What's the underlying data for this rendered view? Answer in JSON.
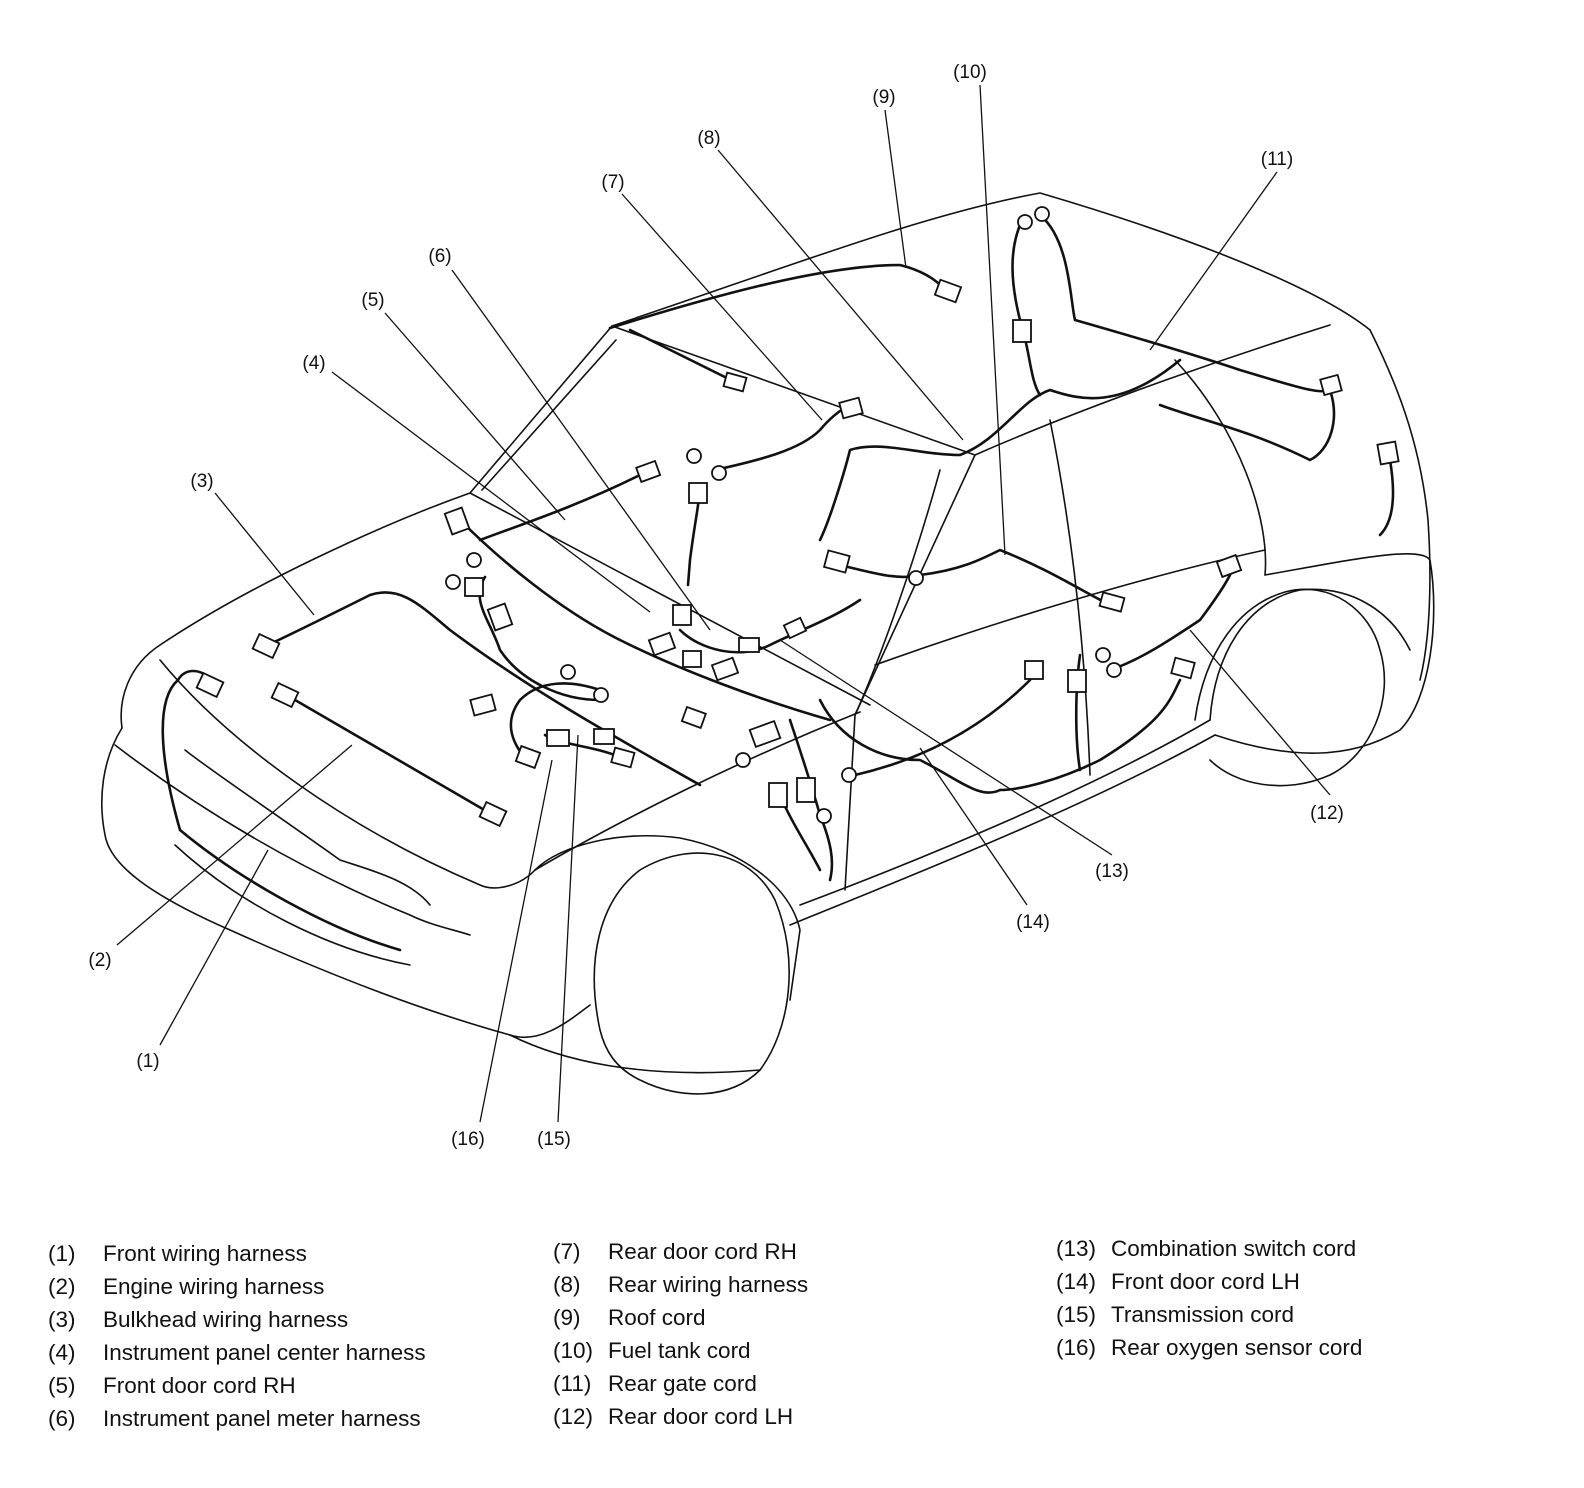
{
  "callouts": [
    "(1)",
    "(2)",
    "(3)",
    "(4)",
    "(5)",
    "(6)",
    "(7)",
    "(8)",
    "(9)",
    "(10)",
    "(11)",
    "(12)",
    "(13)",
    "(14)",
    "(15)",
    "(16)"
  ],
  "legend": [
    [
      {
        "num": "(1)",
        "text": "Front wiring harness"
      },
      {
        "num": "(2)",
        "text": "Engine wiring harness"
      },
      {
        "num": "(3)",
        "text": "Bulkhead wiring harness"
      },
      {
        "num": "(4)",
        "text": "Instrument panel center harness"
      },
      {
        "num": "(5)",
        "text": "Front door cord RH"
      },
      {
        "num": "(6)",
        "text": "Instrument panel meter harness"
      }
    ],
    [
      {
        "num": "(7)",
        "text": "Rear door cord RH"
      },
      {
        "num": "(8)",
        "text": "Rear wiring harness"
      },
      {
        "num": "(9)",
        "text": "Roof cord"
      },
      {
        "num": "(10)",
        "text": "Fuel tank cord"
      },
      {
        "num": "(11)",
        "text": "Rear gate cord"
      },
      {
        "num": "(12)",
        "text": "Rear door cord LH"
      }
    ],
    [
      {
        "num": "(13)",
        "text": "Combination switch cord"
      },
      {
        "num": "(14)",
        "text": "Front door cord LH"
      },
      {
        "num": "(15)",
        "text": "Transmission cord"
      },
      {
        "num": "(16)",
        "text": "Rear oxygen sensor cord"
      }
    ]
  ]
}
